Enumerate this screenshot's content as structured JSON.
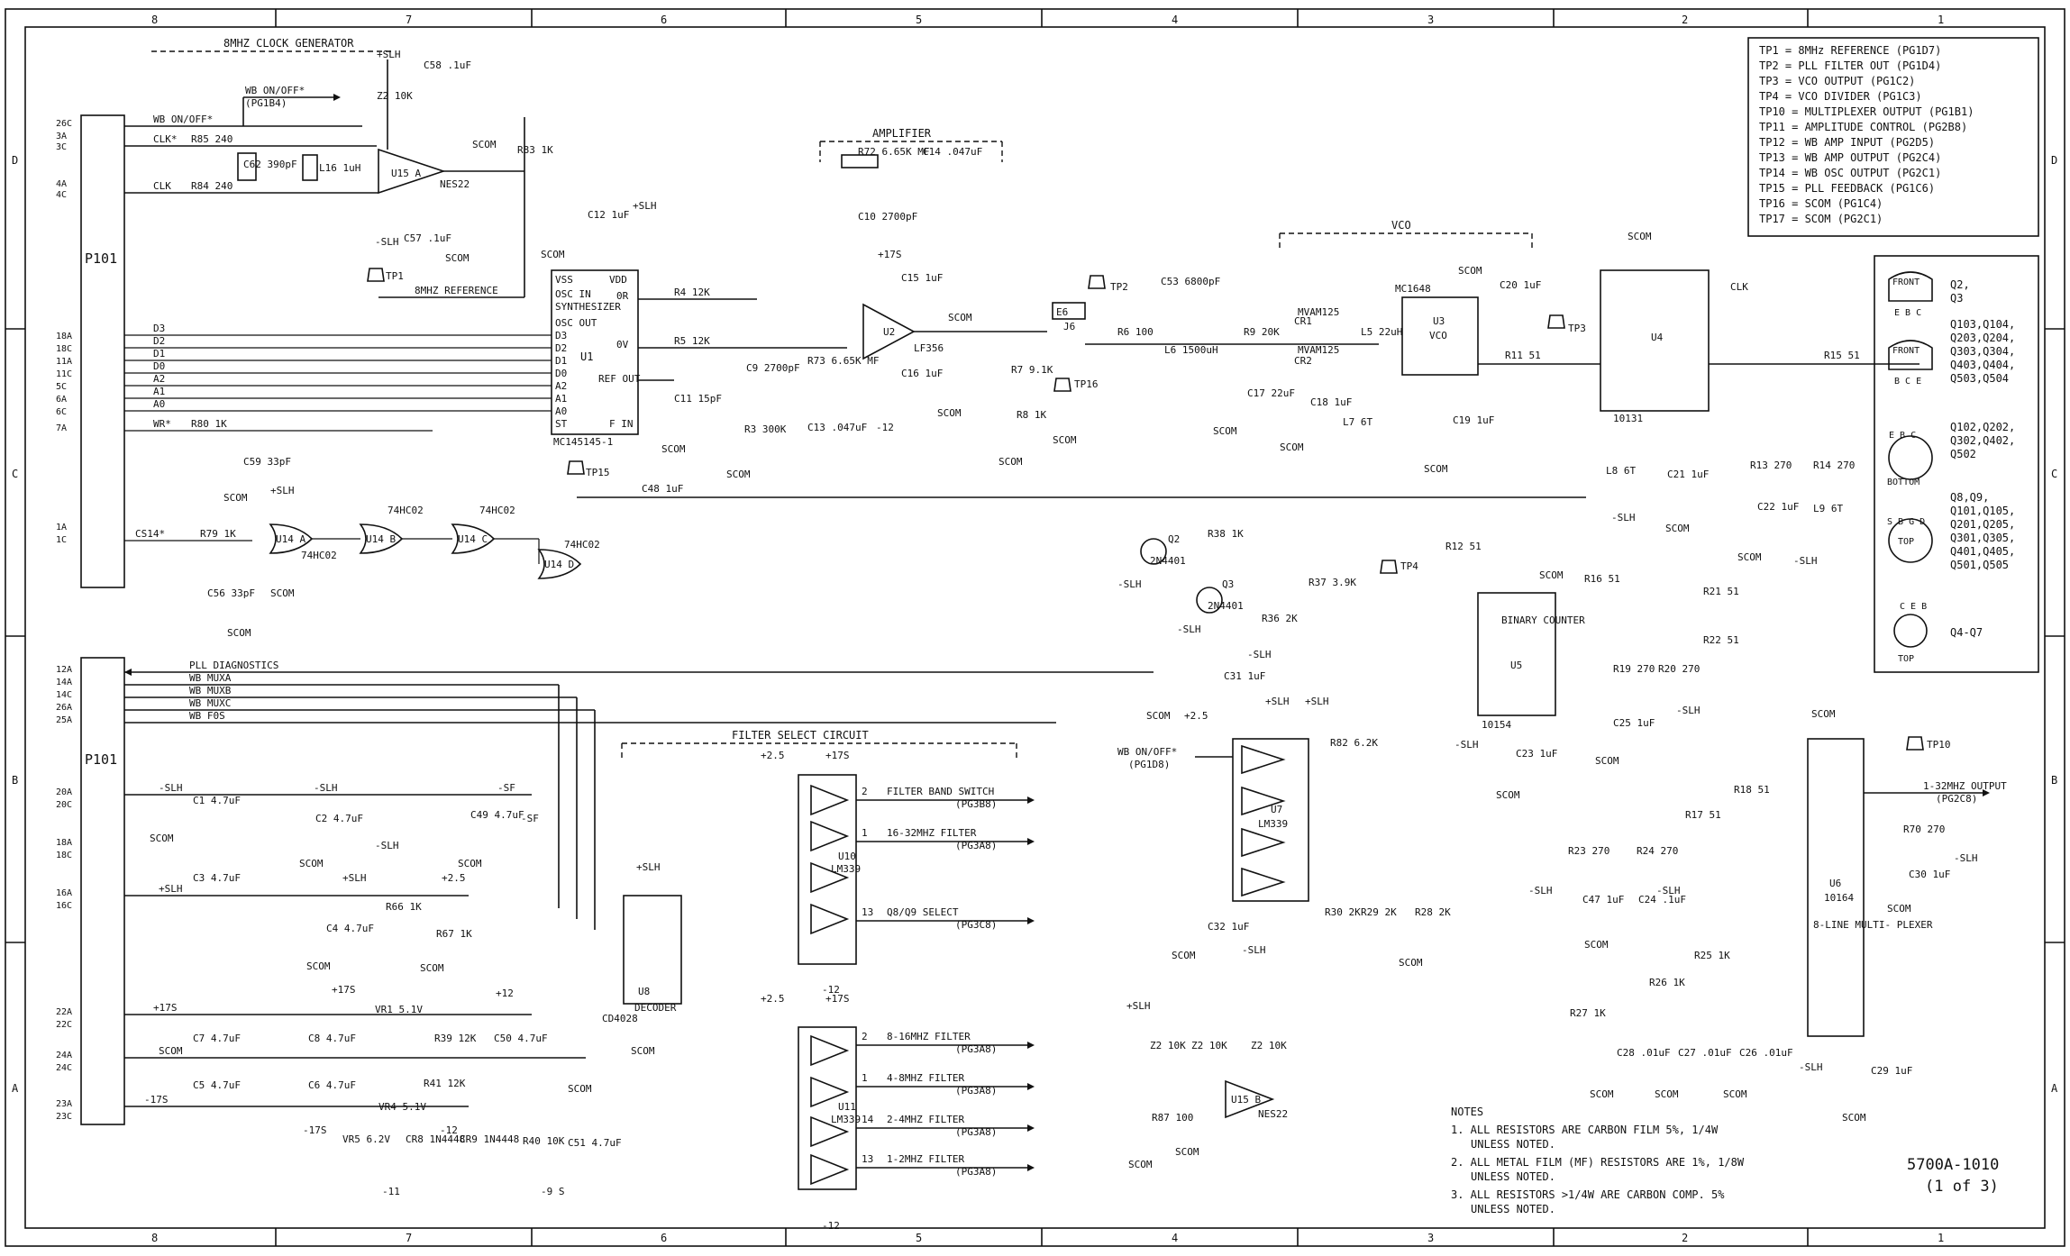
{
  "border": {
    "top_zones": [
      "8",
      "7",
      "6",
      "5",
      "4",
      "3",
      "2",
      "1"
    ],
    "bottom_zones": [
      "8",
      "7",
      "6",
      "5",
      "4",
      "3",
      "2",
      "1"
    ],
    "side_rows": [
      "D",
      "C",
      "B",
      "A"
    ]
  },
  "sections": {
    "clock": "8MHZ CLOCK GENERATOR",
    "amplifier": "AMPLIFIER",
    "vco": "VCO",
    "filter": "FILTER SELECT CIRCUIT"
  },
  "connectors": {
    "p101_top": "P101",
    "p101_bottom": "P101",
    "top_pins": [
      "26C",
      "3A",
      "3C",
      "4A",
      "4C",
      "18A",
      "18C",
      "11A",
      "11C",
      "5C",
      "6A",
      "6C",
      "7A",
      "1A",
      "1C"
    ],
    "bottom_pins": [
      "12A",
      "14A",
      "14C",
      "26A",
      "25A",
      "20A",
      "20C",
      "18A",
      "18C",
      "16A",
      "16C",
      "22A",
      "22C",
      "24A",
      "24C",
      "23A",
      "23C"
    ]
  },
  "signals": {
    "wb_onoff": "WB ON/OFF*",
    "wb_onoff_ref": "(PG1B4)",
    "clk_n": "CLK*",
    "clk": "CLK",
    "d3": "D3",
    "d2": "D2",
    "d1": "D1",
    "d0": "D0",
    "a2": "A2",
    "a1": "A1",
    "a0": "A0",
    "wr": "WR*",
    "cs14": "CS14*",
    "ref_8mhz": "8MHZ REFERENCE",
    "pll_diag": "PLL DIAGNOSTICS",
    "wb_muxa": "WB MUXA",
    "wb_muxb": "WB MUXB",
    "wb_muxc": "WB MUXC",
    "wb_f05": "WB F0S",
    "wb_onoff2": "WB ON/OFF*",
    "wb_onoff2_ref": "(PG1D8)",
    "out_1_32": "1-32MHZ OUTPUT",
    "out_1_32_ref": "(PG2C8)"
  },
  "rails": {
    "slh": "+SLH",
    "nslh": "-SLH",
    "scom": "SCOM",
    "p175": "+17S",
    "n12": "-12",
    "p25": "+2.5",
    "p12": "+12",
    "n175": "-17S",
    "nsf": "-SF",
    "n11": "-11",
    "n9s": "-9 S"
  },
  "components": {
    "u15a": "U15 A",
    "u15a_part": "NES22",
    "u1": "U1",
    "u1_name1": "OSC IN",
    "u1_name2": "SYNTHESIZER",
    "u1_part": "MC145145-1",
    "u1_pins": [
      "VSS",
      "VDD",
      "OSC OUT",
      "D3",
      "D2",
      "D1",
      "D0",
      "A2",
      "A1",
      "A0",
      "ST",
      "F IN",
      "0R",
      "0V",
      "REF OUT"
    ],
    "u2": "U2",
    "u2_part": "LF356",
    "u3": "U3",
    "u3_name": "VCO",
    "u3_part": "MC1648",
    "u4": "U4",
    "u4_part": "10131",
    "u5": "U5",
    "u5_name": "BINARY COUNTER",
    "u5_part": "10154",
    "u6": "U6",
    "u6_part": "10164",
    "u6_name": "8-LINE MULTI- PLEXER",
    "u7": "U7",
    "u7_part": "LM339",
    "u8": "U8",
    "u8_part": "CD4028",
    "u8_name": "DECODER",
    "u10": "U10",
    "u10_part": "LM339",
    "u11": "U11",
    "u11_part": "LM339",
    "u14a": "U14 A",
    "u14b": "U14 B",
    "u14c": "U14 C",
    "u14d": "U14 D",
    "u14_part": "74HC02",
    "u15b": "U15 B",
    "u15b_part": "NES22",
    "q2": "Q2",
    "q2_part": "2N4401",
    "q3": "Q3",
    "q3_part": "2N4401",
    "cr1": "CR1",
    "cr2": "CR2",
    "cr_part": "MVAM125",
    "r85": "R85 240",
    "r84": "R84 240",
    "r83": "R83 1K",
    "r80": "R80 1K",
    "r79": "R79 1K",
    "r72": "R72 6.65K MF",
    "r73": "R73 6.65K MF",
    "r4": "R4 12K",
    "r5": "R5 12K",
    "r3": "R3 300K",
    "r6": "R6 100",
    "r9": "R9 20K",
    "r7": "R7 9.1K",
    "r8": "R8 1K",
    "r11": "R11 51",
    "r15": "R15 51",
    "r12": "R12 51",
    "r16": "R16 51",
    "r13": "R13 270",
    "r14": "R14 270",
    "r36": "R36 2K",
    "r37": "R37 3.9K",
    "r38": "R38 1K",
    "r82": "R82 6.2K",
    "r19": "R19 270",
    "r20": "R20 270",
    "r21": "R21 51",
    "r22": "R22 51",
    "r17": "R17 51",
    "r18": "R18 51",
    "r23": "R23 270",
    "r24": "R24 270",
    "r25": "R25 1K",
    "r26": "R26 1K",
    "r27": "R27 1K",
    "r28": "R28 2K",
    "r29": "R29 2K",
    "r30": "R30 2K",
    "r70": "R70 270",
    "r87": "R87 100",
    "r66": "R66 1K",
    "r67": "R67 1K",
    "r39": "R39 12K",
    "r41": "R41 12K",
    "r40": "R40 10K",
    "c58": "C58 .1uF",
    "c62": "C62 390pF",
    "c57": "C57 .1uF",
    "c12": "C12 1uF",
    "c14": "C14 .047uF",
    "c10": "C10 2700pF",
    "c15": "C15 1uF",
    "c16": "C16 1uF",
    "c9": "C9 2700pF",
    "c13": "C13 .047uF",
    "c11": "C11 15pF",
    "c59": "C59 33pF",
    "c56": "C56 33pF",
    "c48": "C48 1uF",
    "c53": "C53 6800pF",
    "c17": "C17 22uF",
    "c18": "C18 1uF",
    "c19": "C19 1uF",
    "c20": "C20 1uF",
    "c21": "C21 1uF",
    "c22": "C22 1uF",
    "c31": "C31 1uF",
    "c32": "C32 1uF",
    "c23": "C23 1uF",
    "c25": "C25 1uF",
    "c47": "C47 1uF",
    "c24": "C24 .1uF",
    "c28": "C28 .01uF",
    "c27": "C27 .01uF",
    "c26": "C26 .01uF",
    "c29": "C29 1uF",
    "c30": "C30 1uF",
    "c1": "C1 4.7uF",
    "c2": "C2 4.7uF",
    "c3": "C3 4.7uF",
    "c4": "C4 4.7uF",
    "c49": "C49 4.7uF",
    "c7": "C7 4.7uF",
    "c8": "C8 4.7uF",
    "c5": "C5 4.7uF",
    "c6": "C6 4.7uF",
    "c50": "C50 4.7uF",
    "c51": "C51 4.7uF",
    "l16": "L16 1uH",
    "l5": "L5 22uH",
    "l6": "L6 1500uH",
    "l7": "L7 6T",
    "l8": "L8 6T",
    "l9": "L9 6T",
    "vr1": "VR1 5.1V",
    "vr4": "VR4 5.1V",
    "vr5": "VR5 6.2V",
    "cr8": "CR8 1N4448",
    "cr9": "CR9 1N4448",
    "z2": "Z2 10K",
    "e6": "E6",
    "j6": "J6"
  },
  "filter_outputs": [
    {
      "label": "FILTER BAND SWITCH",
      "ref": "(PG3B8)",
      "pin": "2"
    },
    {
      "label": "16-32MHZ FILTER",
      "ref": "(PG3A8)",
      "pin": "1"
    },
    {
      "label": "Q8/Q9 SELECT",
      "ref": "(PG3C8)",
      "pin": "13"
    },
    {
      "label": "8-16MHZ FILTER",
      "ref": "(PG3A8)",
      "pin": "2"
    },
    {
      "label": "4-8MHZ FILTER",
      "ref": "(PG3A8)",
      "pin": "1"
    },
    {
      "label": "2-4MHZ FILTER",
      "ref": "(PG3A8)",
      "pin": "14"
    },
    {
      "label": "1-2MHZ FILTER",
      "ref": "(PG3A8)",
      "pin": "13"
    }
  ],
  "testpoints": {
    "tp1": "TP1",
    "tp2": "TP2",
    "tp3": "TP3",
    "tp4": "TP4",
    "tp10": "TP10",
    "tp15": "TP15",
    "tp16": "TP16"
  },
  "tp_legend": [
    "TP1 = 8MHz REFERENCE (PG1D7)",
    "TP2 = PLL FILTER OUT (PG1D4)",
    "TP3 = VCO OUTPUT (PG1C2)",
    "TP4 = VCO DIVIDER (PG1C3)",
    "TP10 = MULTIPLEXER OUTPUT (PG1B1)",
    "TP11 = AMPLITUDE CONTROL (PG2B8)",
    "TP12 = WB AMP INPUT (PG2D5)",
    "TP13 = WB AMP OUTPUT (PG2C4)",
    "TP14 = WB OSC OUTPUT (PG2C1)",
    "TP15 = PLL FEEDBACK (PG1C6)",
    "TP16 = SCOM (PG1C4)",
    "TP17 = SCOM (PG2C1)"
  ],
  "pinout_legend": [
    {
      "view": "FRONT",
      "pins": "E B C",
      "parts": "Q2, Q3"
    },
    {
      "view": "FRONT",
      "pins": "B C E",
      "parts": "Q103,Q104, Q203,Q204, Q303,Q304, Q403,Q404, Q503,Q504"
    },
    {
      "view": "BOTTOM",
      "pins": "E B C",
      "parts": "Q102,Q202, Q302,Q402, Q502"
    },
    {
      "view": "TOP",
      "pins": "S B G D",
      "parts": "Q8,Q9, Q101,Q105, Q201,Q205, Q301,Q305, Q401,Q405, Q501,Q505"
    },
    {
      "view": "TOP",
      "pins": "C E B",
      "parts": "Q4-Q7"
    }
  ],
  "notes": {
    "heading": "NOTES",
    "items": [
      "1. ALL RESISTORS ARE CARBON FILM 5%, 1/4W",
      "UNLESS NOTED.",
      "2. ALL METAL FILM (MF) RESISTORS ARE 1%, 1/8W",
      "UNLESS NOTED.",
      "3. ALL RESISTORS >1/4W ARE CARBON COMP. 5%",
      "UNLESS NOTED."
    ]
  },
  "title_block": {
    "drawing_no": "5700A-1010",
    "sheet": "(1 of 3)"
  }
}
